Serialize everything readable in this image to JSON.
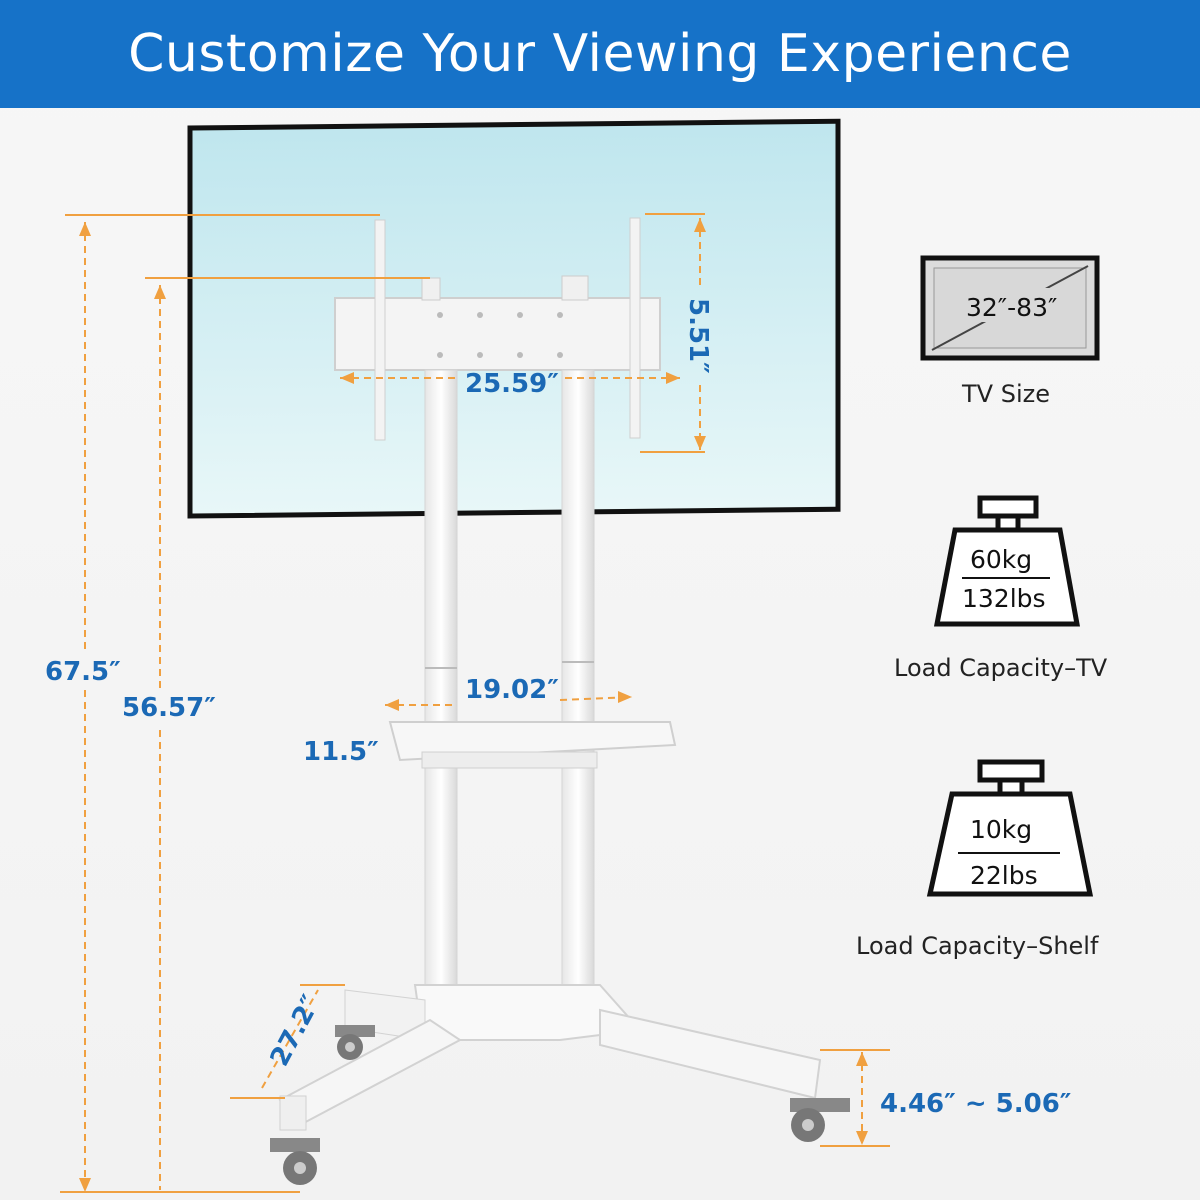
{
  "header": {
    "title": "Customize Your Viewing Experience"
  },
  "colors": {
    "header_bg": "#1672c8",
    "dimension_text": "#1b69b5",
    "dimension_line": "#f0a040"
  },
  "dimensions": {
    "total_height": "67.5″",
    "shelf_height": "56.57″",
    "vesa_width": "25.59″",
    "vesa_height": "5.51″",
    "shelf_width": "19.02″",
    "shelf_depth": "11.5″",
    "base_depth": "27.2″",
    "caster_height": "4.46″ ~ 5.06″"
  },
  "specs": [
    {
      "icon": "tv-size-icon",
      "value": "32″-83″",
      "label": "TV Size"
    },
    {
      "icon": "weight-icon",
      "value_top": "60kg",
      "value_bottom": "132lbs",
      "label": "Load Capacity–TV"
    },
    {
      "icon": "weight-icon",
      "value_top": "10kg",
      "value_bottom": "22lbs",
      "label": "Load Capacity–Shelf"
    }
  ]
}
